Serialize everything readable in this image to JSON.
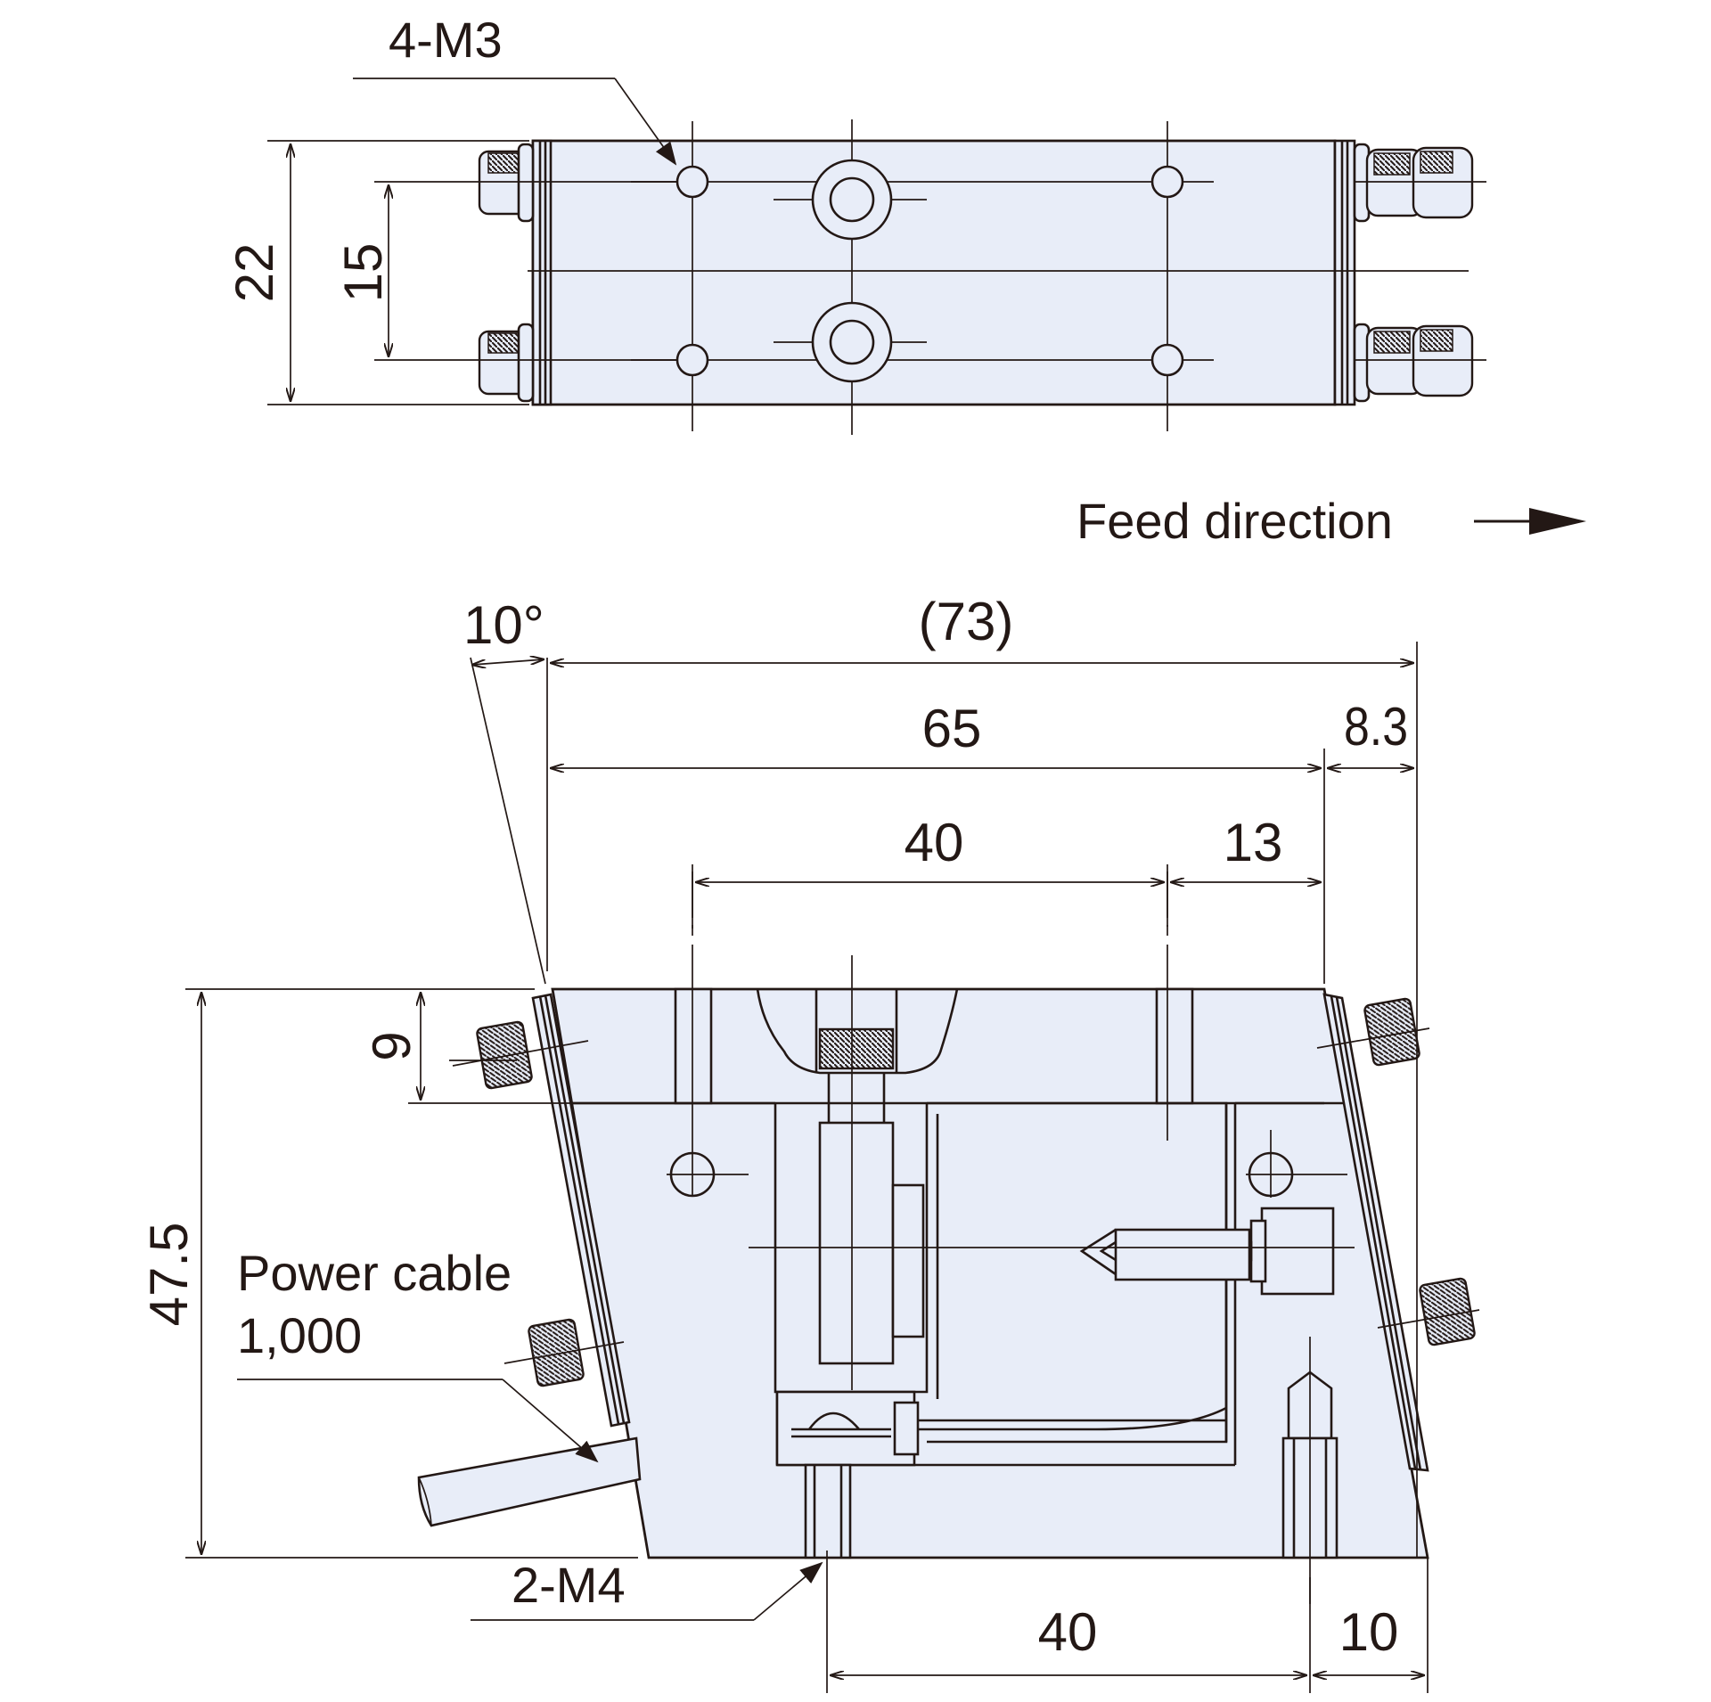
{
  "top_view": {
    "tapped_holes_label": "4-M3",
    "dim_width": "22",
    "dim_hole_pitch": "15"
  },
  "feed_direction": {
    "label": "Feed direction",
    "arrow_icon": "right-arrow-icon"
  },
  "side_view": {
    "dim_angle": "10°",
    "dim_overall": "(73)",
    "dim_length": "65",
    "dim_overhang": "8.3",
    "dim_top_hole_pitch": "40",
    "dim_top_offset": "13",
    "dim_height": "47.5",
    "dim_top_plate": "9",
    "power_cable_label": "Power cable",
    "power_cable_length": "1,000",
    "bottom_holes_label": "2-M4",
    "dim_bottom_hole_pitch": "40",
    "dim_bottom_offset": "10"
  },
  "colors": {
    "line": "#231815",
    "fill": "#e8edf8"
  }
}
